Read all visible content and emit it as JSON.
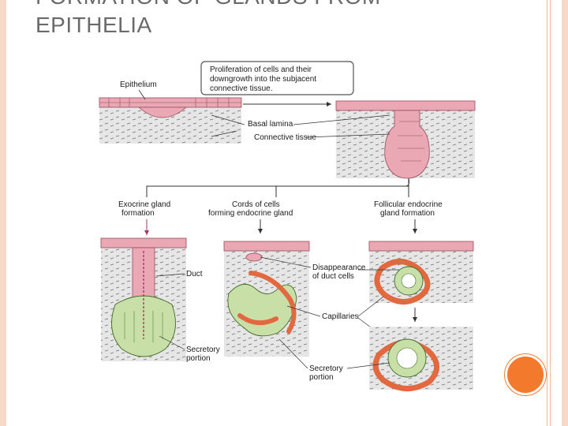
{
  "slide": {
    "title_line1": "FORMATION OF GLANDS FROM",
    "title_line2": "EPITHELIA"
  },
  "diagram": {
    "callout": [
      "Proliferation of cells and their",
      "downgrowth into the subjacent",
      "connective tissue."
    ],
    "labels": {
      "epithelium": "Epithelium",
      "basal_lamina": "Basal lamina",
      "connective_tissue": "Connective tissue",
      "exocrine": [
        "Exocrine gland",
        "formation"
      ],
      "cords": [
        "Cords of cells",
        "forming endocrine gland"
      ],
      "follicular": [
        "Follicular endocrine",
        "gland formation"
      ],
      "duct": "Duct",
      "disappearance": [
        "Disappearance",
        "of duct cells"
      ],
      "capillaries": "Capillaries",
      "secretory_left": [
        "Secretory",
        "portion"
      ],
      "secretory_right": [
        "Secretory",
        "portion"
      ]
    }
  },
  "colors": {
    "epithelium_pink": "#e9a8b4",
    "gland_green": "#c9dfa8",
    "capillary_orange": "#e2683f",
    "connective_gray": "#c9c9c9",
    "accent_orange": "#f37a2c"
  }
}
